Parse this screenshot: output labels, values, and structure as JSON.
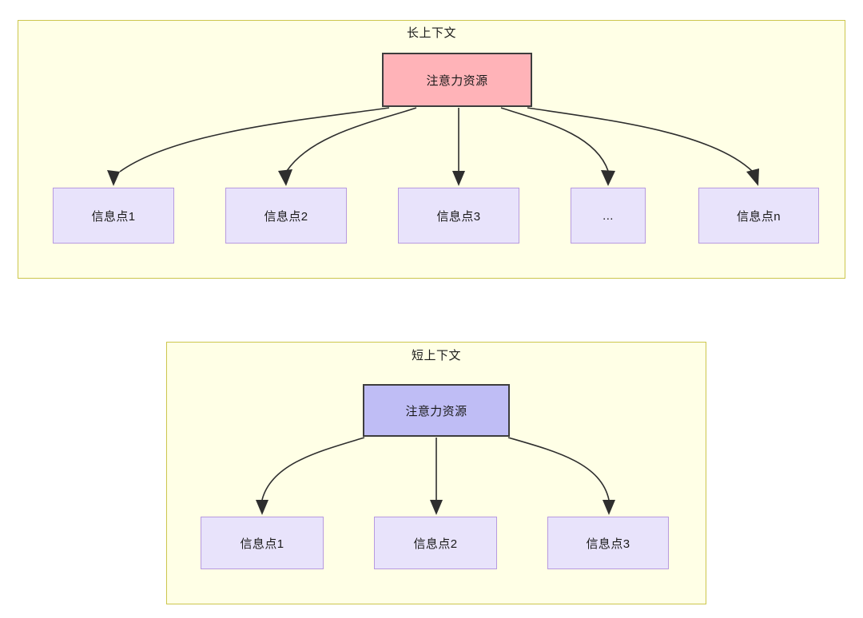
{
  "diagram": {
    "background_color": "#ffffff",
    "container_fill": "#ffffe6",
    "container_border": "#ccc64d",
    "attention_long_fill": "#ffb3b8",
    "attention_short_fill": "#bfbdf5",
    "attention_border": "#3d3d3d",
    "info_fill": "#e8e3fb",
    "info_border": "#b79ae0",
    "edge_color": "#2e2e2e"
  },
  "long_context": {
    "title": "长上下文",
    "attention_node": {
      "label": "注意力资源"
    },
    "info_nodes": [
      {
        "label": "信息点1"
      },
      {
        "label": "信息点2"
      },
      {
        "label": "信息点3"
      },
      {
        "label": "..."
      },
      {
        "label": "信息点n"
      }
    ]
  },
  "short_context": {
    "title": "短上下文",
    "attention_node": {
      "label": "注意力资源"
    },
    "info_nodes": [
      {
        "label": "信息点1"
      },
      {
        "label": "信息点2"
      },
      {
        "label": "信息点3"
      }
    ]
  }
}
